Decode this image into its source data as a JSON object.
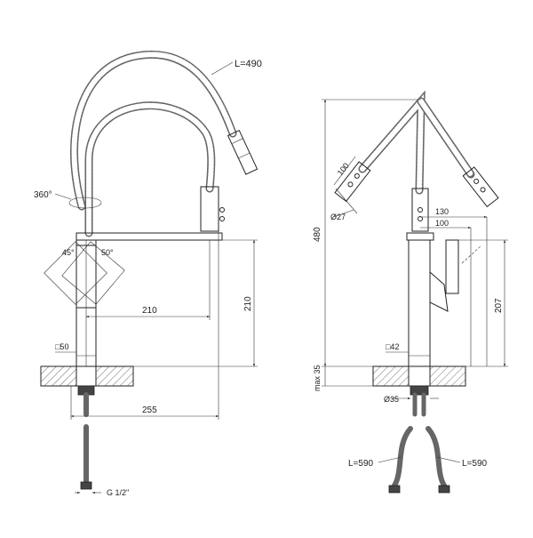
{
  "left_view": {
    "hose_length": "L=490",
    "rotation": "360°",
    "angle_left": "45°",
    "angle_right": "50°",
    "spout_reach": "210",
    "body_height": "210",
    "body_square": "□50",
    "overall_width": "255",
    "thread": "G 1/2\""
  },
  "right_view": {
    "head_length": "100",
    "head_diameter": "Ø27",
    "overall_height": "480",
    "dim_130": "130",
    "dim_100": "100",
    "dim_207": "207",
    "body_square": "□42",
    "max_thickness": "max 35",
    "hole_diameter": "Ø35",
    "hose_left": "L=590",
    "hose_right": "L=590"
  }
}
